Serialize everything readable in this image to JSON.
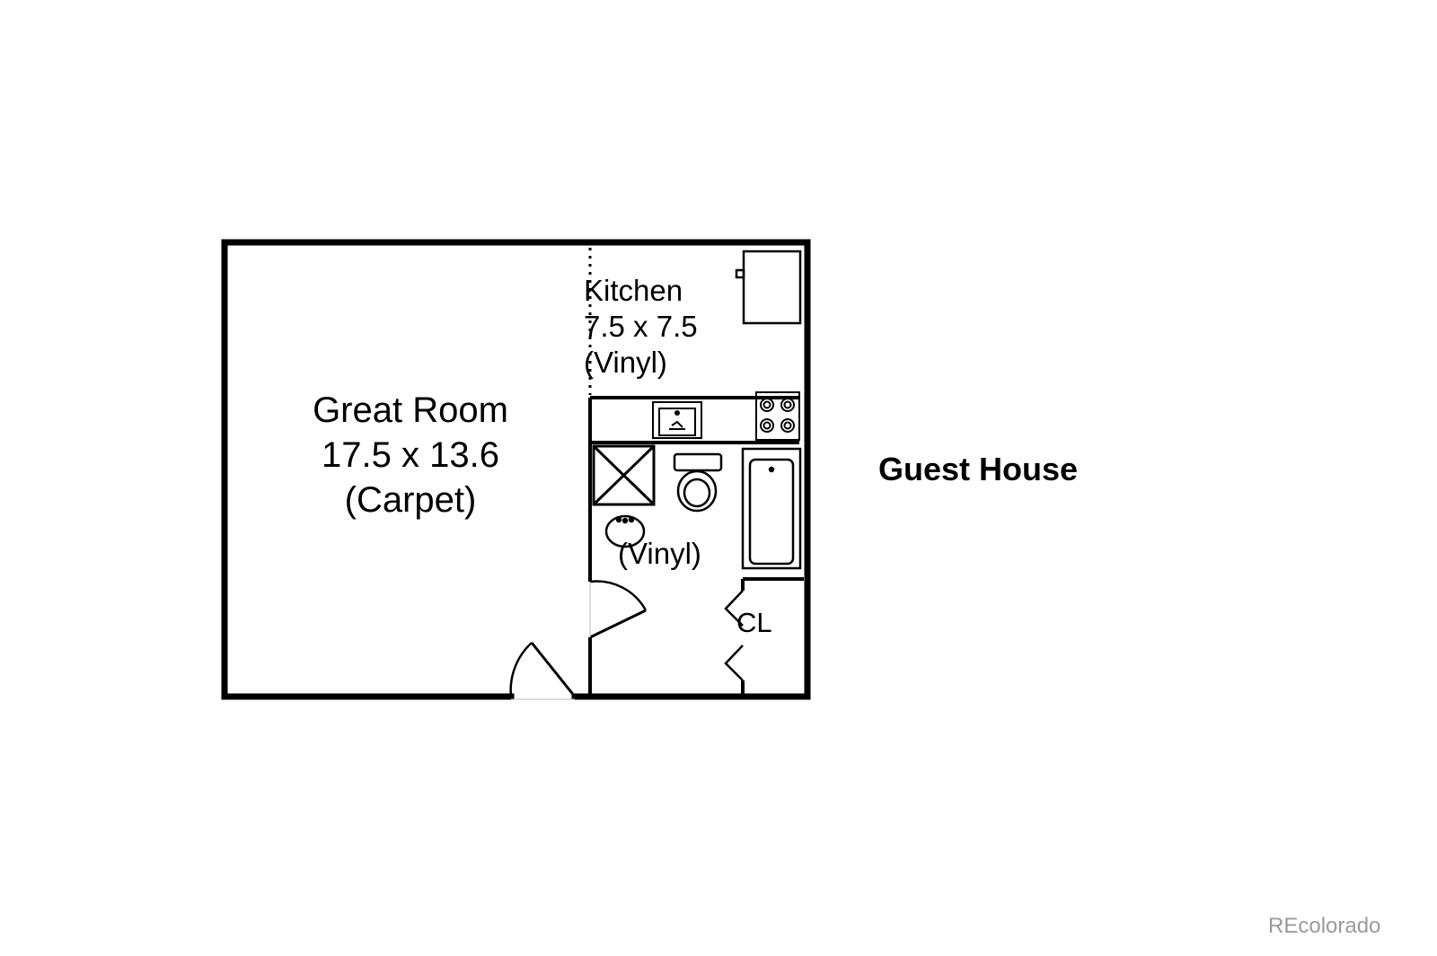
{
  "title": "Guest House",
  "watermark": "REcolorado",
  "rooms": {
    "great_room": {
      "name": "Great Room",
      "dimensions": "17.5 x 13.6",
      "flooring": "(Carpet)"
    },
    "kitchen": {
      "name": "Kitchen",
      "dimensions": "7.5 x 7.5",
      "flooring": "(Vinyl)"
    },
    "bathroom": {
      "flooring": "(Vinyl)"
    },
    "closet": {
      "label": "CL"
    }
  },
  "colors": {
    "wall": "#000000",
    "background": "#ffffff",
    "watermark": "#9a9a9a"
  }
}
